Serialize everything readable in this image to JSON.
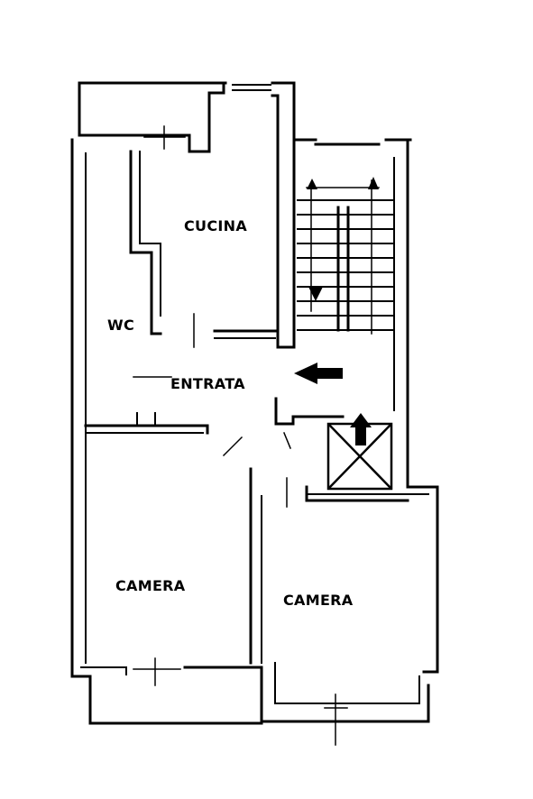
{
  "floor_plan": {
    "rooms": {
      "cucina": "CUCINA",
      "wc": "WC",
      "entrata": "ENTRATA",
      "camera_left": "CAMERA",
      "camera_right": "CAMERA"
    },
    "colors": {
      "wall": "#000000",
      "background": "#ffffff"
    },
    "icons": [
      "entrance-arrow-icon",
      "stair-direction-arrow-icon",
      "lift-shaft-icon",
      "window-icon"
    ]
  }
}
